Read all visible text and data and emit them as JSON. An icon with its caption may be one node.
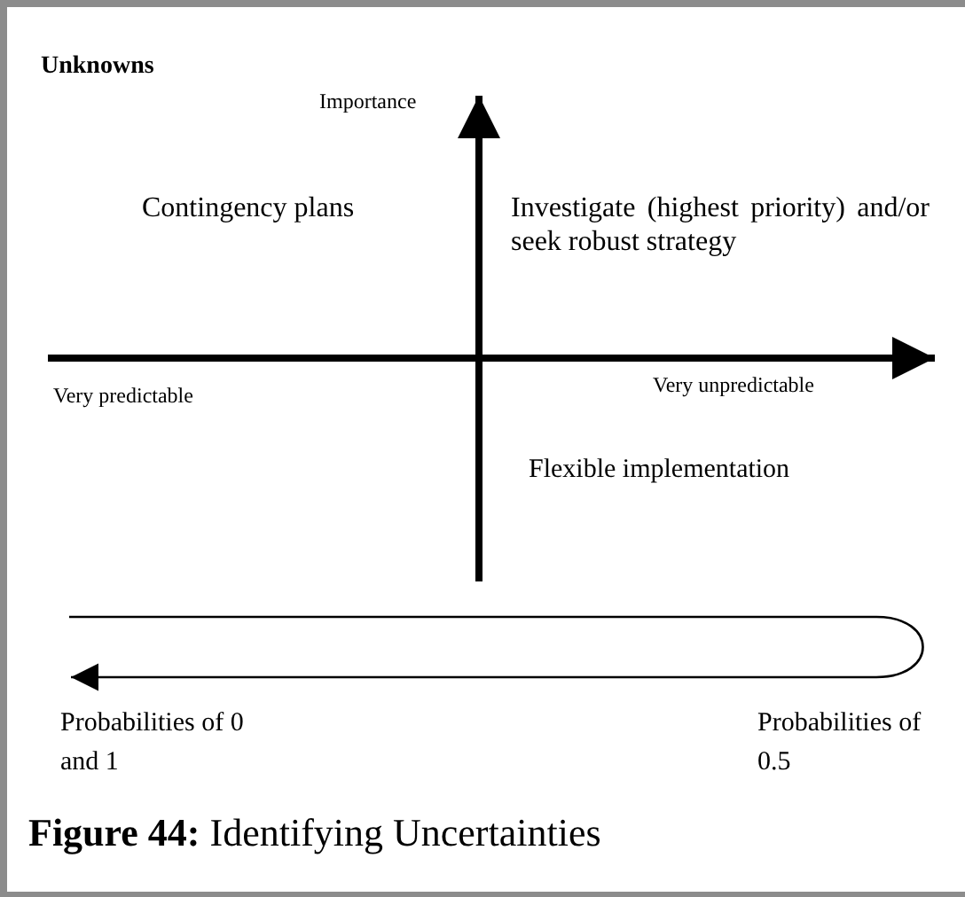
{
  "diagram": {
    "title": "Unknowns",
    "caption": "**Figure 44:** Identifying Uncertainties",
    "labels": [
      "Importance",
      "Contingency plans",
      "Investigate (highest priority) and/or seek robust strategy",
      "Very predictable",
      "Very unpredictable",
      "Flexible implementation",
      "Probabilities of 0 and 1",
      "Probabilities of 0.5"
    ]
  }
}
